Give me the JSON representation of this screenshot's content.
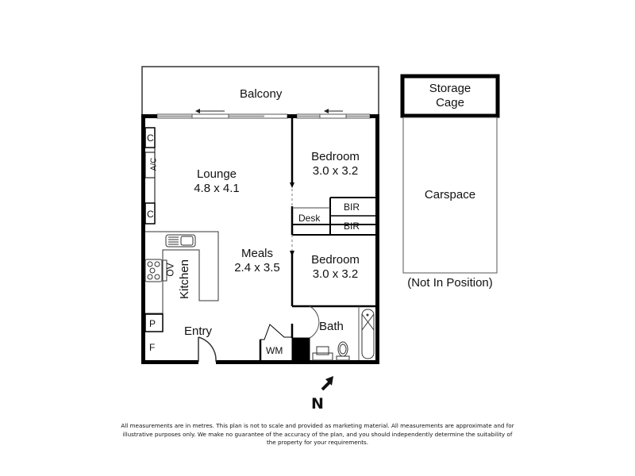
{
  "rooms": {
    "balcony": {
      "name": "Balcony"
    },
    "lounge": {
      "name": "Lounge",
      "dims": "4.8 x 4.1"
    },
    "meals": {
      "name": "Meals",
      "dims": "2.4 x 3.5"
    },
    "kitchen": {
      "name": "Kitchen"
    },
    "entry": {
      "name": "Entry"
    },
    "bedroom1": {
      "name": "Bedroom",
      "dims": "3.0 x 3.2"
    },
    "bedroom2": {
      "name": "Bedroom",
      "dims": "3.0 x 3.2"
    },
    "bath": {
      "name": "Bath"
    },
    "desk": {
      "name": "Desk"
    },
    "bir1": {
      "name": "BIR"
    },
    "bir2": {
      "name": "BIR"
    },
    "wm": {
      "name": "WM"
    },
    "cupboard_top": {
      "name": "C"
    },
    "cupboard_bottom": {
      "name": "C"
    },
    "ac": {
      "name": "A/C"
    },
    "oven": {
      "name": "OV"
    },
    "pantry": {
      "name": "P"
    },
    "fridge": {
      "name": "F"
    }
  },
  "extras": {
    "storage_cage": {
      "line1": "Storage",
      "line2": "Cage"
    },
    "carspace": {
      "name": "Carspace",
      "note": "(Not In Position)"
    }
  },
  "compass": {
    "label": "N"
  },
  "disclaimer": "All measurements are in metres. This plan is not to scale and provided as marketing material. All measurements are approximate and for illustrative purposes only. We make no guarantee of the accuracy of the plan, and you should independently determine the suitability of the property for your requirements.",
  "colors": {
    "wall": "#000000",
    "line": "#333333",
    "glass": "#9a9a9a",
    "background": "#ffffff"
  }
}
